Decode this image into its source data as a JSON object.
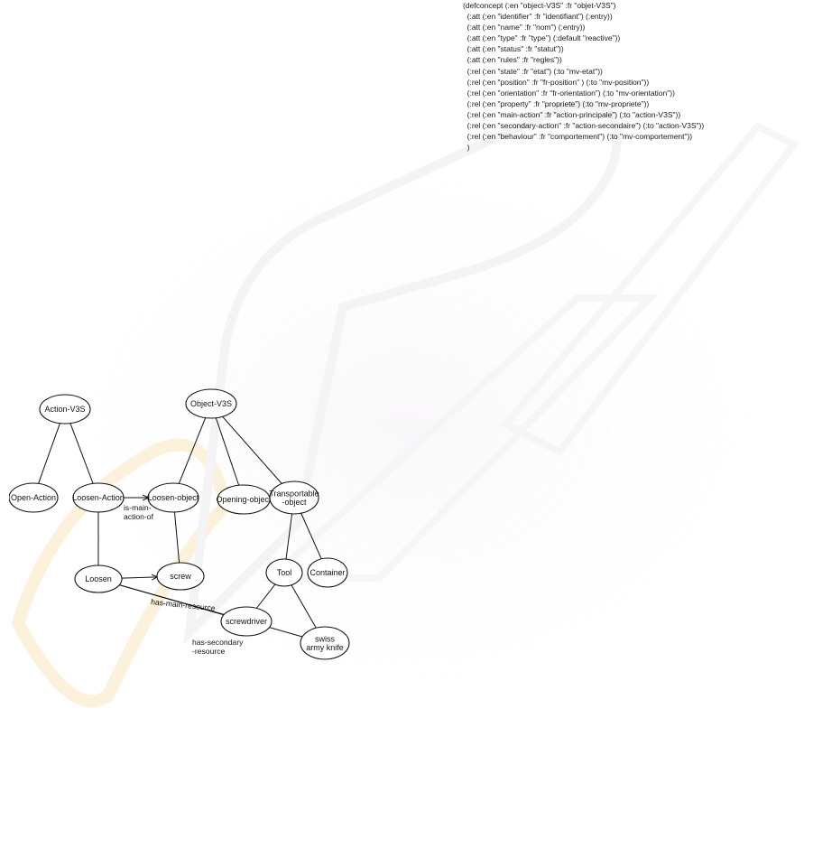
{
  "code_lines": [
    "(defconcept (:en \"object-V3S\" :fr \"objet-V3S\")",
    "  (:att (:en \"identifier\" :fr \"identifiant\") (:entry))",
    "  (:att (:en \"name\" :fr \"nom\") (:entry))",
    "  (:att (:en \"type\" :fr \"type\") (:default \"reactive\"))",
    "  (:att (:en \"status\" :fr \"statut\"))",
    "  (:att (:en \"rules\" :fr \"regles\"))",
    "  (:rel (:en \"state\" :fr \"etat\") (:to \"mv-etat\"))",
    "  (:rel (:en \"position\" :fr \"fr-position\" ) (:to \"mv-position\"))",
    "  (:rel (:en \"orientation\" :fr \"fr-orientation\") (:to \"mv-orientation\"))",
    "  (:rel (:en \"property\" :fr \"propriete\") (:to \"mv-propriete\"))",
    "  (:rel (:en \"main-action\" :fr \"action-principale\") (:to \"action-V3S\"))",
    "  (:rel (:en \"secondary-action\" :fr \"action-secondaire\") (:to \"action-V3S\"))",
    "  (:rel (:en \"behaviour\" :fr \"comportement\") (:to \"mv-comportement\"))",
    "  )"
  ],
  "nodes": [
    {
      "id": "action-v3s",
      "lines": [
        "Action-V3S"
      ]
    },
    {
      "id": "object-v3s",
      "lines": [
        "Object-V3S"
      ]
    },
    {
      "id": "open-action",
      "lines": [
        "Open-Action"
      ]
    },
    {
      "id": "loosen-action",
      "lines": [
        "Loosen-Action"
      ]
    },
    {
      "id": "loosen-object",
      "lines": [
        "Loosen-object"
      ]
    },
    {
      "id": "opening-object",
      "lines": [
        "Opening-object"
      ]
    },
    {
      "id": "transportable-object",
      "lines": [
        "Transportable",
        "-object"
      ]
    },
    {
      "id": "loosen",
      "lines": [
        "Loosen"
      ]
    },
    {
      "id": "screw",
      "lines": [
        "screw"
      ]
    },
    {
      "id": "tool",
      "lines": [
        "Tool"
      ]
    },
    {
      "id": "container",
      "lines": [
        "Container"
      ]
    },
    {
      "id": "screwdriver",
      "lines": [
        "screwdriver"
      ]
    },
    {
      "id": "swiss-army-knife",
      "lines": [
        "swiss",
        "army knife"
      ]
    }
  ],
  "edges": [
    {
      "from": "action-v3s",
      "to": "open-action"
    },
    {
      "from": "action-v3s",
      "to": "loosen-action"
    },
    {
      "from": "object-v3s",
      "to": "loosen-object"
    },
    {
      "from": "object-v3s",
      "to": "opening-object"
    },
    {
      "from": "object-v3s",
      "to": "transportable-object"
    },
    {
      "from": "loosen-action",
      "to": "loosen-object",
      "arrow": true,
      "label": [
        "is-main-",
        "action-of"
      ]
    },
    {
      "from": "loosen-action",
      "to": "loosen"
    },
    {
      "from": "loosen-object",
      "to": "screw"
    },
    {
      "from": "loosen",
      "to": "screw",
      "arrow": true
    },
    {
      "from": "transportable-object",
      "to": "tool"
    },
    {
      "from": "transportable-object",
      "to": "container"
    },
    {
      "from": "tool",
      "to": "screwdriver"
    },
    {
      "from": "tool",
      "to": "swiss-army-knife"
    },
    {
      "from": "loosen",
      "to": "screwdriver",
      "label": [
        "has-main-resource"
      ]
    },
    {
      "from": "loosen",
      "to": "swiss-army-knife",
      "label": [
        "has-secondary",
        "-resource"
      ]
    }
  ]
}
